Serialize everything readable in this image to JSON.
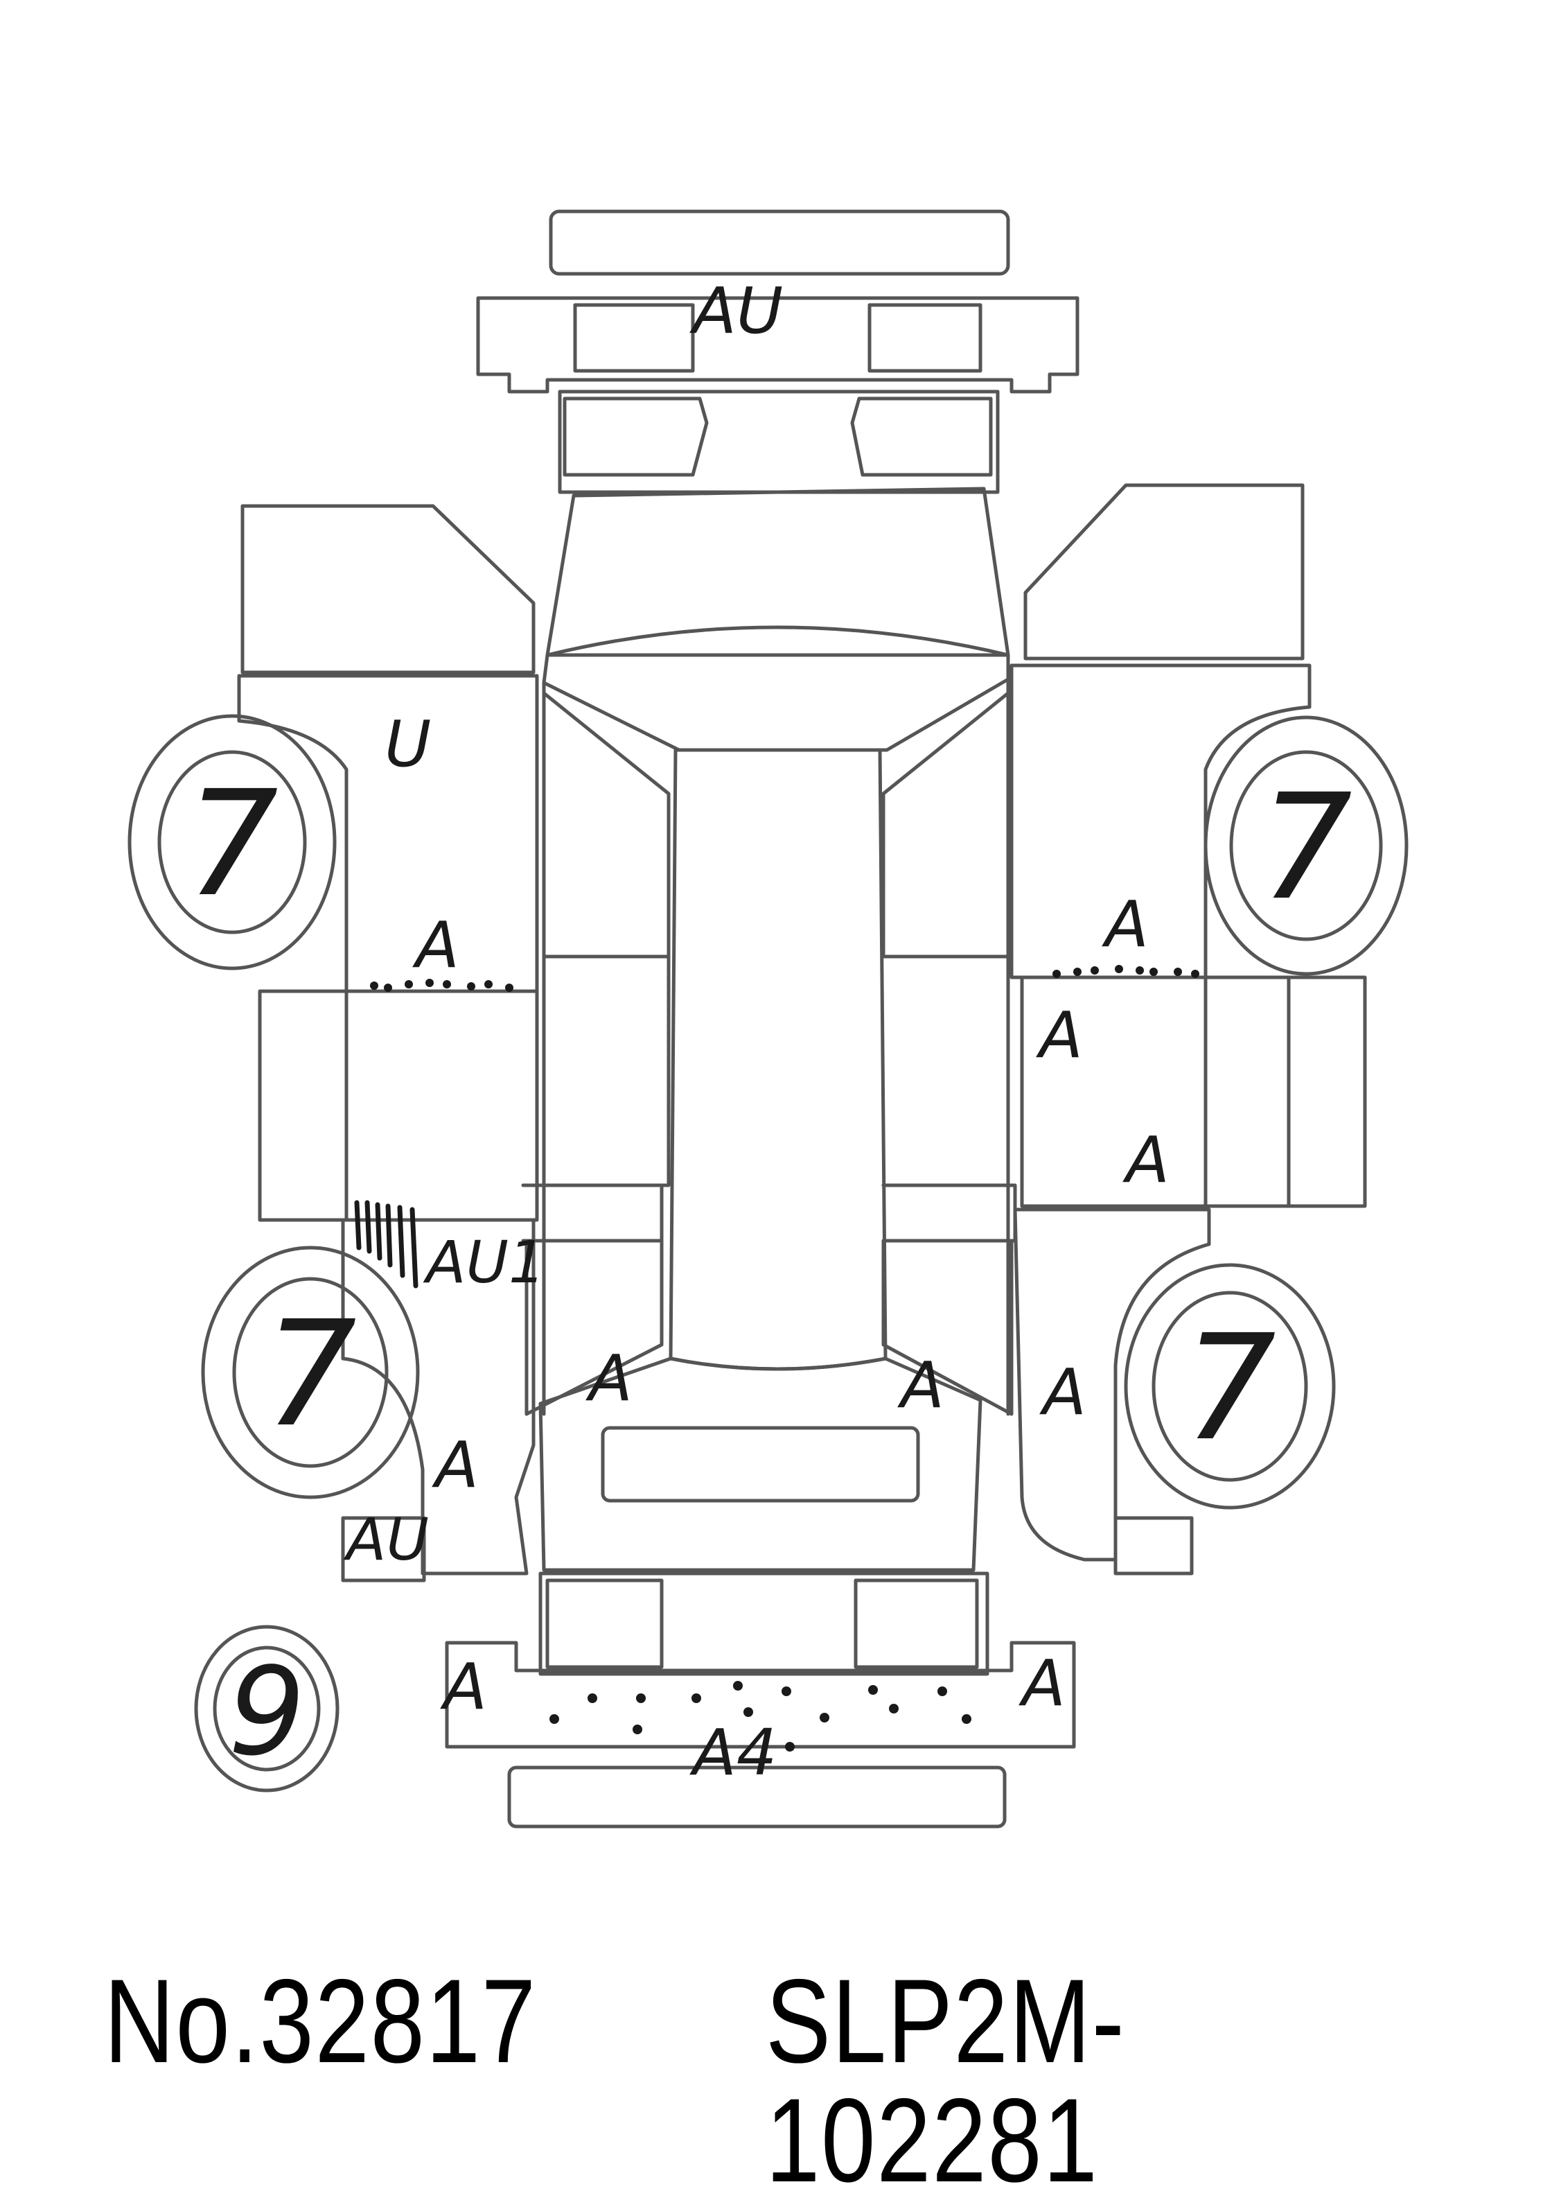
{
  "footer": {
    "lot_number": "No.32817",
    "chassis_code": "SLP2M-102281"
  },
  "marks": {
    "front_bumper": "AU",
    "left_front_fender": "U",
    "left_front_door_edge": "A",
    "left_rear_door_edge": "AU1",
    "left_rear_quarter": "A",
    "left_rear_corner": "AU",
    "rear_pillar_left": "A",
    "rear_pillar_right": "A",
    "right_front_fender": "A",
    "right_front_door": "A",
    "right_rear_door": "A",
    "right_rear_quarter": "A",
    "rear_bumper_left": "A",
    "rear_bumper_right": "A",
    "rear_bumper_center": "A4"
  },
  "wheels": {
    "front_left": "7",
    "front_right": "7",
    "rear_left": "7",
    "rear_right": "7",
    "spare": "9"
  }
}
